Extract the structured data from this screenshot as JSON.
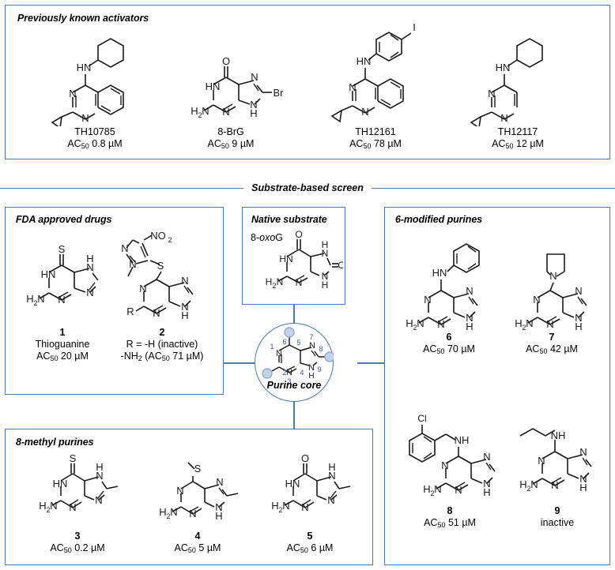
{
  "figure": {
    "divider_label": "Substrate-based screen"
  },
  "colors": {
    "panel_border": "#4a7ab5",
    "connector": "#4a7ab5",
    "core_number": "#3b4ea0",
    "core_dot_fill": "#c3d4e8",
    "core_dot_stroke": "#7fa3cc",
    "bond": "#1a1a1a"
  },
  "panels": {
    "activators": {
      "title": "Previously known activators",
      "compounds": [
        {
          "name": "TH10785",
          "ac50_prefix": "AC",
          "ac50_sub": "50",
          "ac50_value": "0.8 µM"
        },
        {
          "name": "8-BrG",
          "ac50_prefix": "AC",
          "ac50_sub": "50",
          "ac50_value": "9 µM"
        },
        {
          "name": "TH12161",
          "ac50_prefix": "AC",
          "ac50_sub": "50",
          "ac50_value": "78 µM"
        },
        {
          "name": "TH12117",
          "ac50_prefix": "AC",
          "ac50_sub": "50",
          "ac50_value": "12 µM"
        }
      ]
    },
    "fda": {
      "title": "FDA approved drugs",
      "compounds": [
        {
          "number": "1",
          "name": "Thioguanine",
          "line2": "AC",
          "sub": "50",
          "line2_rest": " 20 µM"
        },
        {
          "number": "2",
          "r_line1": "R = -H (inactive)",
          "r_line2_a": "-NH",
          "r_line2_sub": "2",
          "r_line2_b": " (AC",
          "r_line2_sub2": "50",
          "r_line2_c": " 71 µM)"
        }
      ]
    },
    "native": {
      "title": "Native substrate",
      "label_a": "8-",
      "label_italic": "oxo",
      "label_b": "G"
    },
    "core": {
      "label": "Purine core",
      "numbers": [
        "1",
        "2",
        "3",
        "4",
        "5",
        "6",
        "7",
        "8",
        "9"
      ]
    },
    "six_modified": {
      "title": "6-modified purines",
      "compounds": [
        {
          "number": "6",
          "ac50_prefix": "AC",
          "ac50_sub": "50",
          "ac50_value": "70 µM"
        },
        {
          "number": "7",
          "ac50_prefix": "AC",
          "ac50_sub": "50",
          "ac50_value": "42 µM"
        },
        {
          "number": "8",
          "ac50_prefix": "AC",
          "ac50_sub": "50",
          "ac50_value": "51 µM"
        },
        {
          "number": "9",
          "inactive_label": "inactive"
        }
      ]
    },
    "eight_methyl": {
      "title": "8-methyl purines",
      "compounds": [
        {
          "number": "3",
          "ac50_prefix": "AC",
          "ac50_sub": "50",
          "ac50_value": "0.2 µM"
        },
        {
          "number": "4",
          "ac50_prefix": "AC",
          "ac50_sub": "50",
          "ac50_value": "5 µM"
        },
        {
          "number": "5",
          "ac50_prefix": "AC",
          "ac50_sub": "50",
          "ac50_value": "6 µM"
        }
      ]
    }
  }
}
